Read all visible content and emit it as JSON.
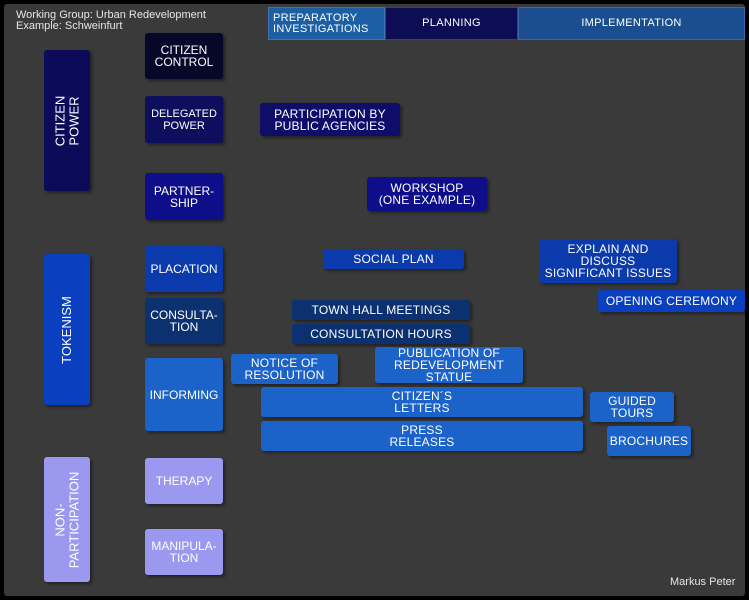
{
  "header": {
    "line1": "Working Group: Urban Redevelopment",
    "line2": "Example: Schweinfurt"
  },
  "phases": {
    "preparatory": "PREPARATORY\nINVESTIGATIONS",
    "planning": "PLANNING",
    "implementation": "IMPLEMENTATION"
  },
  "categories": {
    "citizen_power": "CITIZEN\nPOWER",
    "tokenism": "TOKENISM",
    "non_participation": "NON-\nPARTICIPATION"
  },
  "rungs": {
    "citizen_control": "CITIZEN\nCONTROL",
    "delegated_power": "DELEGATED\nPOWER",
    "partnership": "PARTNER-\nSHIP",
    "placation": "PLACATION",
    "consultation": "CONSULTA-\nTION",
    "informing": "INFORMING",
    "therapy": "THERAPY",
    "manipulation": "MANIPULA-\nTION"
  },
  "activities": {
    "participation_public_agencies": "PARTICIPATION BY\nPUBLIC AGENCIES",
    "workshop": "WORKSHOP\n(ONE EXAMPLE)",
    "social_plan": "SOCIAL PLAN",
    "explain_discuss": "EXPLAIN AND\nDISCUSS\nSIGNIFICANT ISSUES",
    "opening_ceremony": "OPENING CEREMONY",
    "town_hall_meetings": "TOWN HALL MEETINGS",
    "consultation_hours": "CONSULTATION HOURS",
    "notice_of_resolution": "NOTICE OF\nRESOLUTION",
    "publication_statue": "PUBLICATION OF\nREDEVELOPMENT\nSTATUE",
    "citizens_letters": "CITIZEN´S\nLETTERS",
    "guided_tours": "GUIDED\nTOURS",
    "press_releases": "PRESS\nRELEASES",
    "brochures": "BROCHURES"
  },
  "author": "Markus Peter",
  "colors": {
    "background": "#3a3a3a",
    "citizen_power": "#0c0c5c",
    "tokenism": "#0a3fc0",
    "non_participation": "#9a98ee"
  }
}
